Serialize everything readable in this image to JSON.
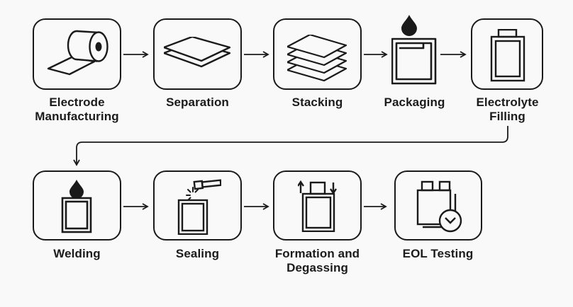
{
  "page": {
    "background": "#f9f9f9",
    "line_color": "#1a1a1a",
    "text_color": "#1b1b1b"
  },
  "steps": [
    {
      "id": "electrode-manufacturing",
      "label": "Electrode\nManufacturing",
      "icon": "electrode-roll-icon",
      "boxed": true
    },
    {
      "id": "separation",
      "label": "Separation",
      "icon": "separator-sheets-icon",
      "boxed": true
    },
    {
      "id": "stacking",
      "label": "Stacking",
      "icon": "stacked-sheets-icon",
      "boxed": true
    },
    {
      "id": "packaging",
      "label": "Packaging",
      "icon": "pouch-droplet-icon",
      "boxed": false
    },
    {
      "id": "electrolyte-filling",
      "label": "Electrolyte\nFilling",
      "icon": "battery-cell-icon",
      "boxed": true
    },
    {
      "id": "welding",
      "label": "Welding",
      "icon": "droplet-pouch-icon",
      "boxed": true
    },
    {
      "id": "sealing",
      "label": "Sealing",
      "icon": "sealing-torch-icon",
      "boxed": true
    },
    {
      "id": "formation-degassing",
      "label": "Formation and\nDegassing",
      "icon": "battery-gas-arrows-icon",
      "boxed": true
    },
    {
      "id": "eol-testing",
      "label": "EOL Testing",
      "icon": "battery-check-icon",
      "boxed": true
    }
  ]
}
